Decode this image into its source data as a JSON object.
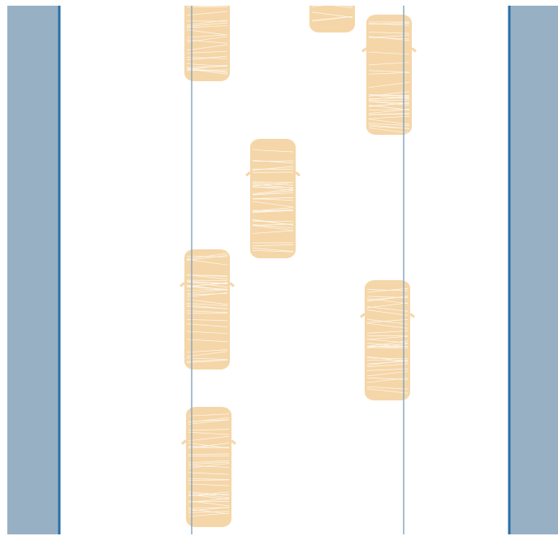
{
  "scene": {
    "type": "top-down road",
    "lanes": 3,
    "colors": {
      "background": "#ffffff",
      "shoulder": "#98b0c4",
      "edge_line": "#2a6fa8",
      "lane_line": "#8aa8bf",
      "car_body": "#f5d6a8",
      "car_hatch": "#ffffff"
    }
  },
  "cars": [
    {
      "id": "car-1",
      "lane": 1
    },
    {
      "id": "car-2",
      "lane": 2
    },
    {
      "id": "car-3",
      "lane": 3
    },
    {
      "id": "car-4",
      "lane": 2
    },
    {
      "id": "car-5",
      "lane": 1
    },
    {
      "id": "car-6",
      "lane": 3
    },
    {
      "id": "car-7",
      "lane": 1
    }
  ]
}
